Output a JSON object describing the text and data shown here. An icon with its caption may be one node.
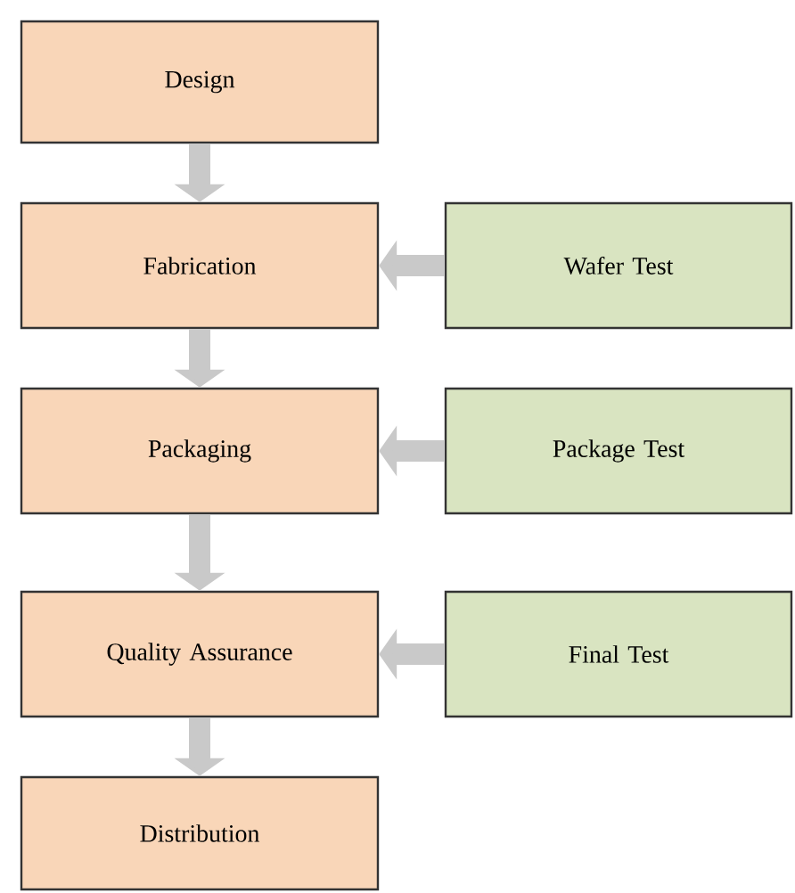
{
  "diagram": {
    "nodes": [
      {
        "text": [
          "Design"
        ]
      },
      {
        "text": [
          "Fabrication"
        ]
      },
      {
        "text": [
          "Wafer Test"
        ]
      },
      {
        "text": [
          "Packaging"
        ]
      },
      {
        "text": [
          "Package Test"
        ]
      },
      {
        "text": [
          "Quality Assurance"
        ]
      },
      {
        "text": [
          "Final Test"
        ]
      },
      {
        "text": [
          "Distribution"
        ]
      }
    ],
    "edges": [
      {
        "from": 0,
        "to": 1,
        "arrow": "to"
      },
      {
        "from": 1,
        "to": 3,
        "arrow": "to"
      },
      {
        "from": 3,
        "to": 5,
        "arrow": "to"
      },
      {
        "from": 5,
        "to": 7,
        "arrow": "to"
      },
      {
        "from": 2,
        "to": 1,
        "arrow": "to"
      },
      {
        "from": 4,
        "to": 3,
        "arrow": "to"
      },
      {
        "from": 6,
        "to": 5,
        "arrow": "to"
      }
    ]
  }
}
